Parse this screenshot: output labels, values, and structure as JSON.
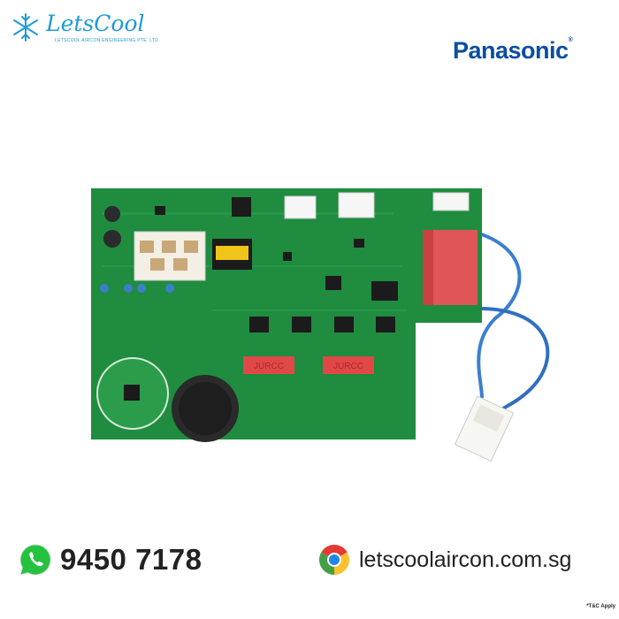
{
  "header": {
    "logo_text": "LetsCool",
    "logo_subtitle": "LETSCOOL AIRCON ENGINEERING PTE. LTD.",
    "brand": "Panasonic",
    "brand_mark": "®"
  },
  "product": {
    "relay_label_1": "JURCC",
    "relay_label_2": "JURCC"
  },
  "footer": {
    "phone": "9450 7178",
    "website": "letscoolaircon.com.sg",
    "disclaimer": "*T&C Apply"
  },
  "colors": {
    "brand_blue": "#0a4ea2",
    "logo_blue": "#1e9ad6",
    "pcb_green": "#1f8c3f",
    "whatsapp_green": "#25c240"
  }
}
